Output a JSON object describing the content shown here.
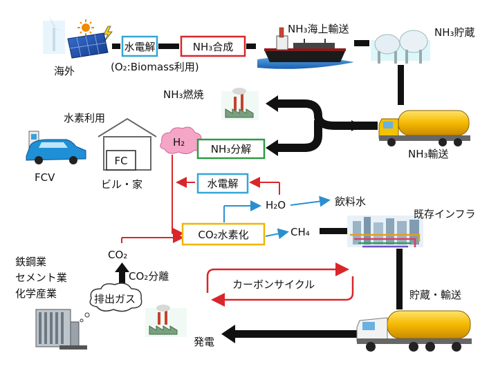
{
  "labels": {
    "overseas": "海外",
    "electrolysis_top": "水電解",
    "nh3_synthesis": "NH₃合成",
    "o2_biomass": "(O₂:Biomass利用)",
    "nh3_shipping": "NH₃海上輸送",
    "nh3_storage": "NH₃貯蔵",
    "nh3_combustion": "NH₃燃焼",
    "nh3_transport": "NH₃輸送",
    "hydrogen_use": "水素利用",
    "h2": "H₂",
    "nh3_decomposition": "NH₃分解",
    "fc": "FC",
    "fcv": "FCV",
    "building_home": "ビル・家",
    "electrolysis_mid": "水電解",
    "h2o": "H₂O",
    "drinking_water": "飲料水",
    "existing_infra": "既存インフラ",
    "co2_hydrogenation": "CO₂水素化",
    "ch4": "CH₄",
    "co2": "CO₂",
    "co2_separation": "CO₂分離",
    "industry_1": "鉄鋼業",
    "industry_2": "セメント業",
    "industry_3": "化学産業",
    "exhaust_gas": "排出ガス",
    "carbon_cycle": "カーボンサイクル",
    "storage_transport": "貯蔵・輸送",
    "power_generation": "発電"
  },
  "colors": {
    "electrolysis_border": "#33a6d6",
    "synthesis_border": "#d9262a",
    "decomposition_border": "#2e9a46",
    "co2h_border": "#f0b400",
    "red_line": "#d9262a",
    "blue_line": "#2a8fd0",
    "black_arrow": "#111111",
    "h2_cloud": "#f5a6c6"
  }
}
